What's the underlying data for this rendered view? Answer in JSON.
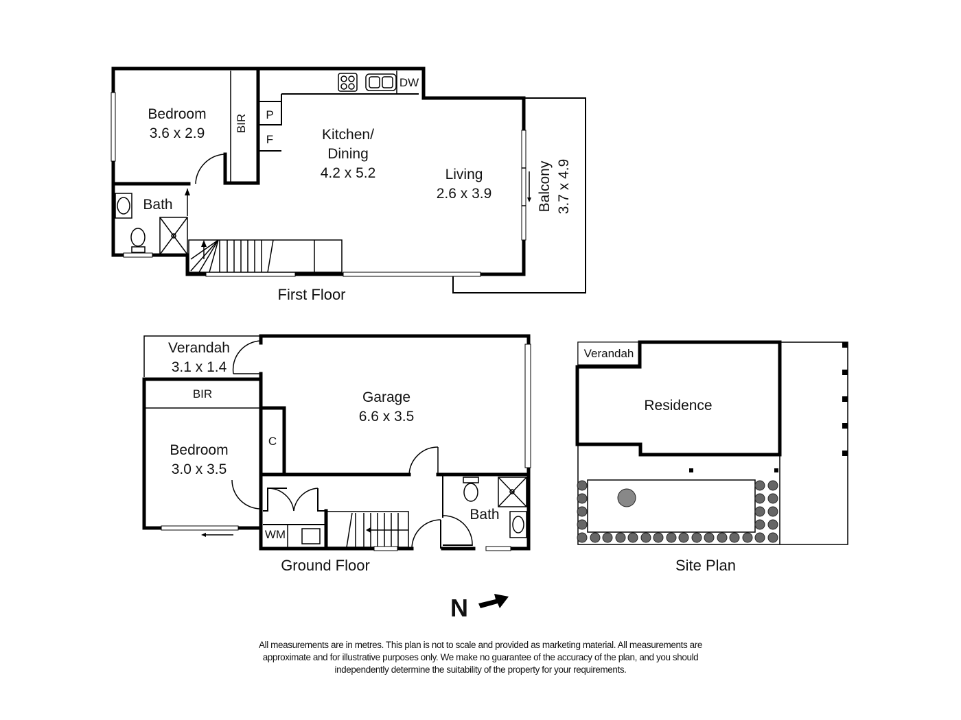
{
  "first_floor": {
    "caption": "First Floor",
    "rooms": {
      "bedroom": {
        "name": "Bedroom",
        "dims": "3.6 x 2.9"
      },
      "bir": {
        "name": "BIR"
      },
      "pantry": {
        "name": "P"
      },
      "fridge": {
        "name": "F"
      },
      "dishwasher": {
        "name": "DW"
      },
      "kitchen": {
        "name_line1": "Kitchen/",
        "name_line2": "Dining",
        "dims": "4.2 x 5.2"
      },
      "living": {
        "name": "Living",
        "dims": "2.6 x 3.9"
      },
      "balcony": {
        "name": "Balcony",
        "dims": "3.7 x 4.9"
      },
      "bath": {
        "name": "Bath"
      }
    }
  },
  "ground_floor": {
    "caption": "Ground Floor",
    "rooms": {
      "verandah": {
        "name": "Verandah",
        "dims": "3.1 x 1.4"
      },
      "bir": {
        "name": "BIR"
      },
      "bedroom": {
        "name": "Bedroom",
        "dims": "3.0 x 3.5"
      },
      "cupboard": {
        "name": "C"
      },
      "garage": {
        "name": "Garage",
        "dims": "6.6 x 3.5"
      },
      "laundry_wm": {
        "name": "WM"
      },
      "bath": {
        "name": "Bath"
      }
    }
  },
  "site_plan": {
    "caption": "Site Plan",
    "labels": {
      "verandah": "Verandah",
      "residence": "Residence"
    }
  },
  "north_arrow": {
    "letter": "N",
    "icon": "north-arrow-icon"
  },
  "disclaimer": {
    "line1": "All measurements are in metres. This plan is not to scale and provided as marketing material. All measurements are",
    "line2": "approximate and for illustrative purposes only. We make no guarantee of the accuracy of the plan, and you should",
    "line3": "independently determine the suitability of the property for your requirements."
  },
  "colors": {
    "wall": "#000000",
    "background": "#ffffff",
    "shrub": "#555555"
  }
}
